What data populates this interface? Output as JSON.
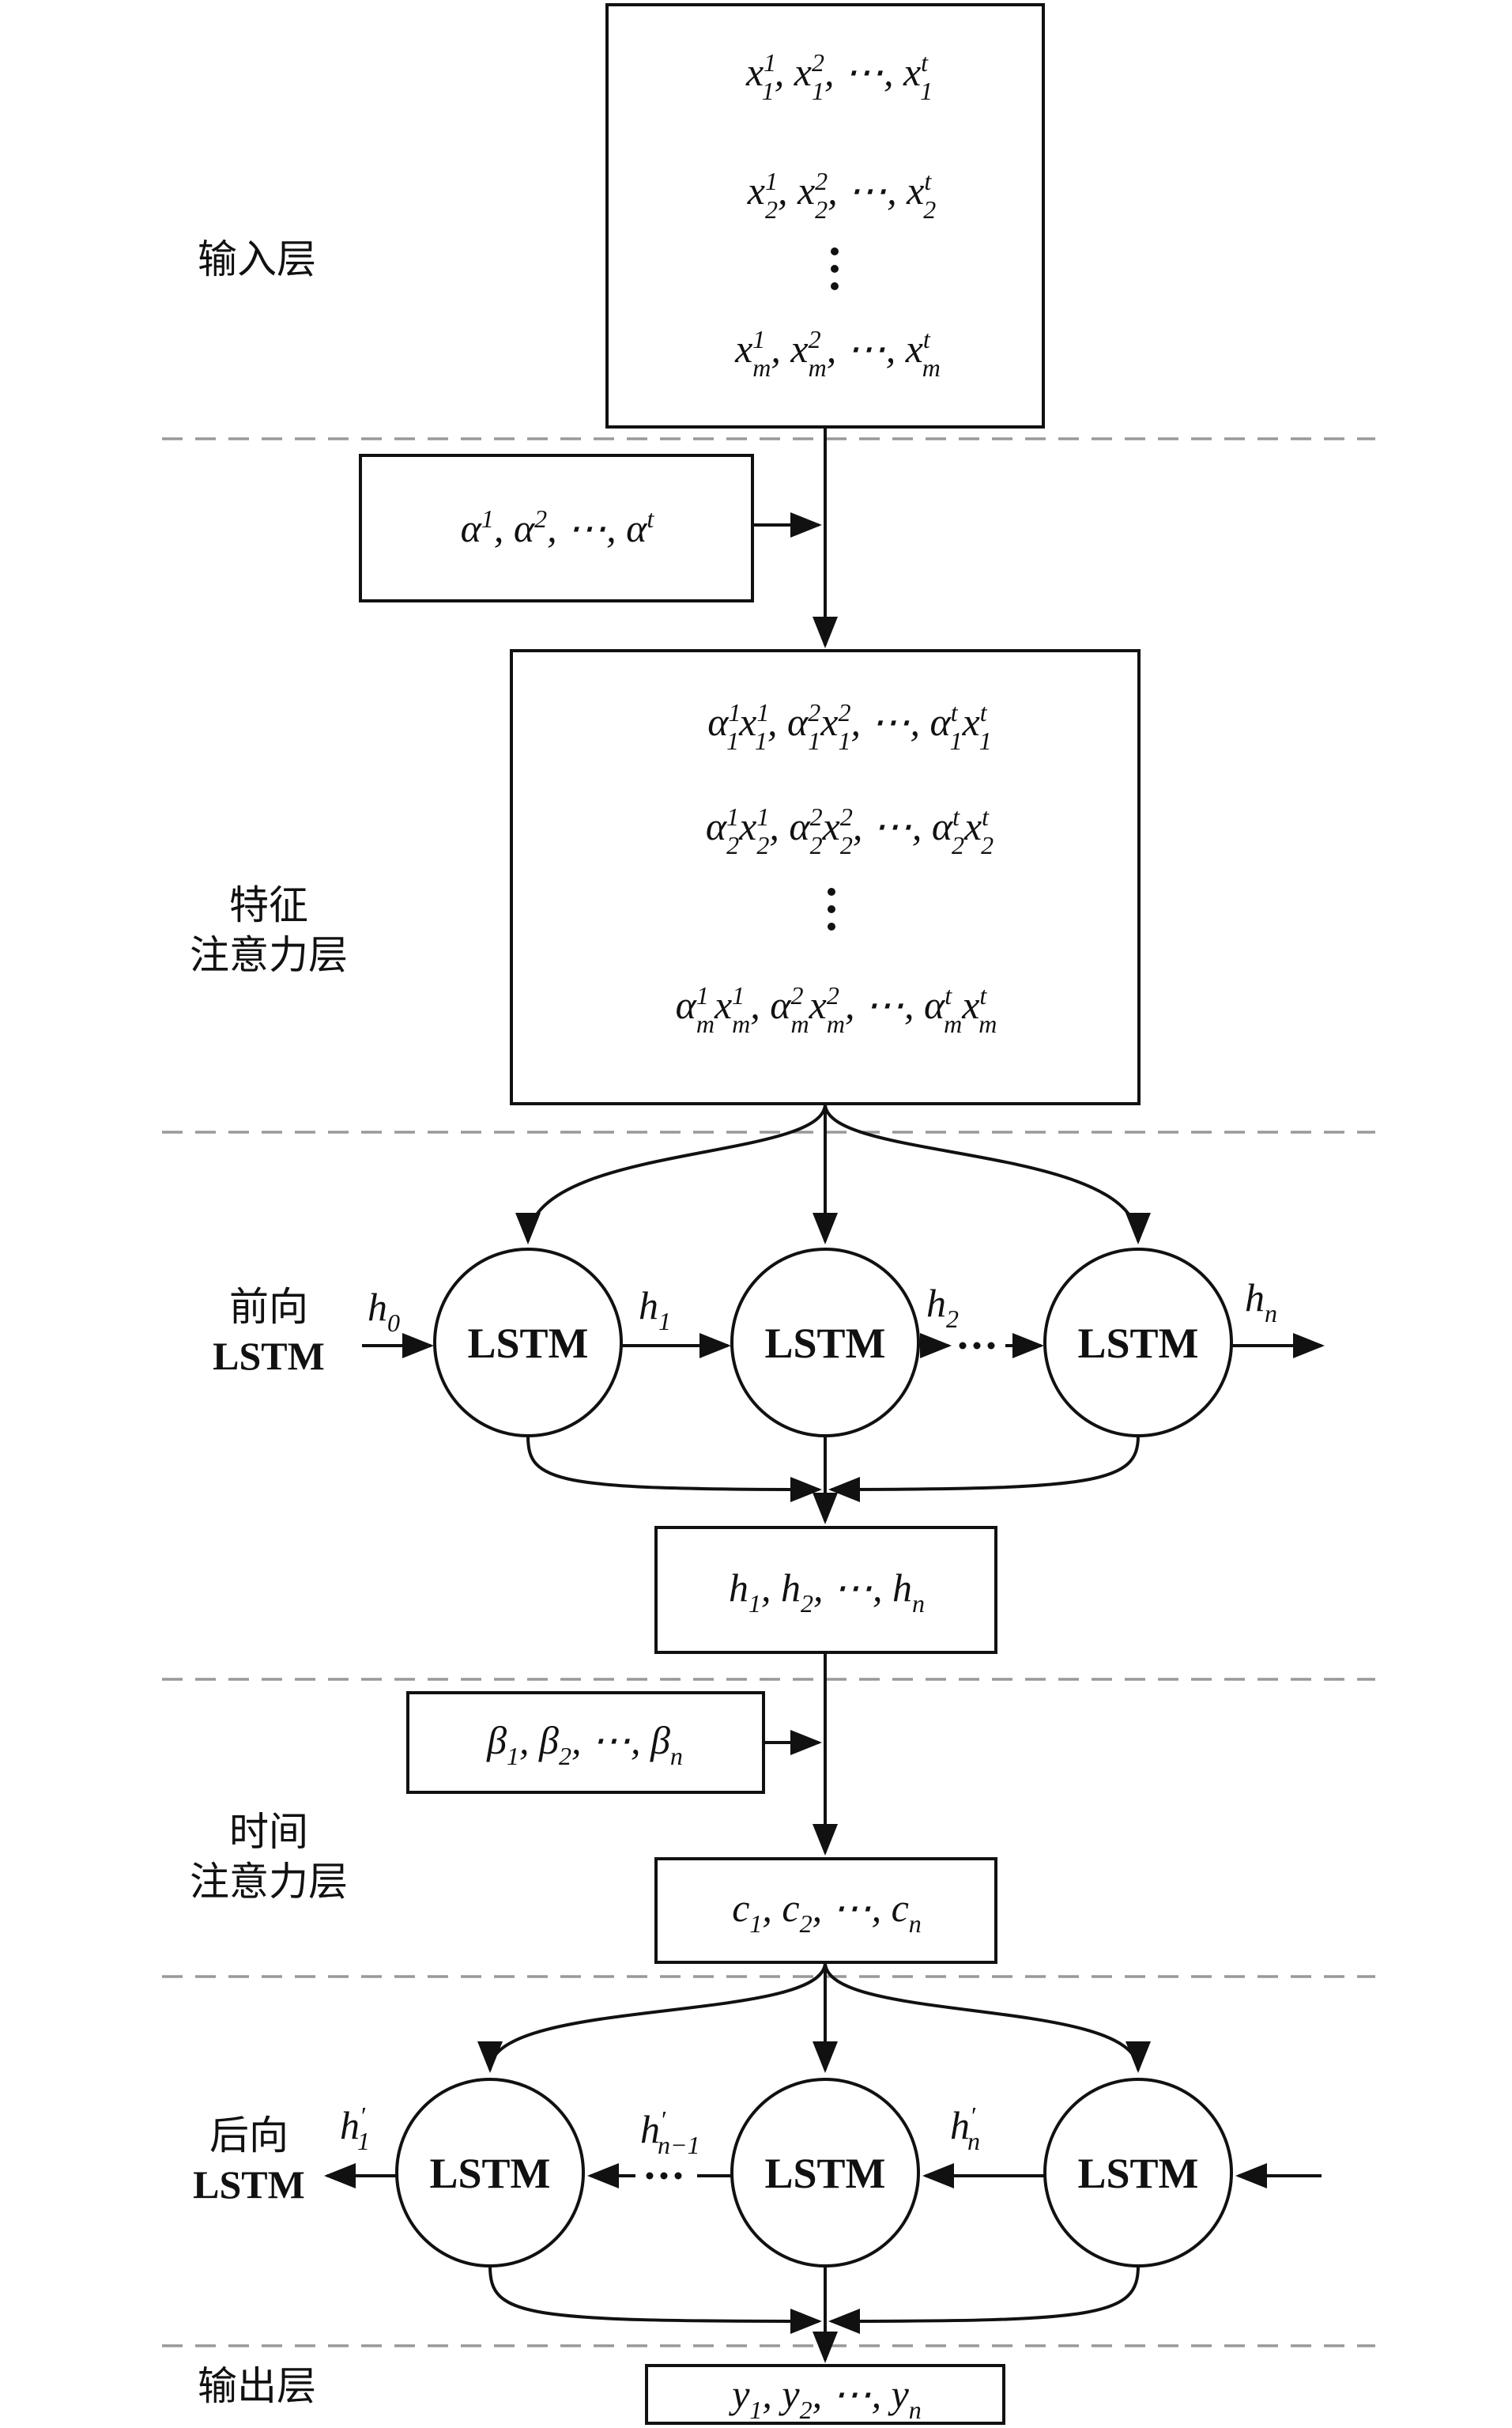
{
  "layers": {
    "input": "输入层",
    "feature_line1": "特征",
    "feature_line2": "注意力层",
    "forward_line1": "前向",
    "forward_line2": "LSTM",
    "temporal_line1": "时间",
    "temporal_line2": "注意力层",
    "backward_line1": "后向",
    "backward_line2": "LSTM",
    "output": "输出层"
  },
  "node_label": "LSTM",
  "notation": {
    "x": "x",
    "alpha": "α",
    "h": "h",
    "beta": "β",
    "c": "c",
    "y": "y",
    "prime": "′",
    "ellipsis": "⋯",
    "comma": ","
  },
  "indices": {
    "s1": "1",
    "s2": "2",
    "st": "t",
    "r1": "1",
    "r2": "2",
    "rm": "m",
    "n": "n",
    "zero": "0",
    "n_minus_1": "n−1"
  }
}
